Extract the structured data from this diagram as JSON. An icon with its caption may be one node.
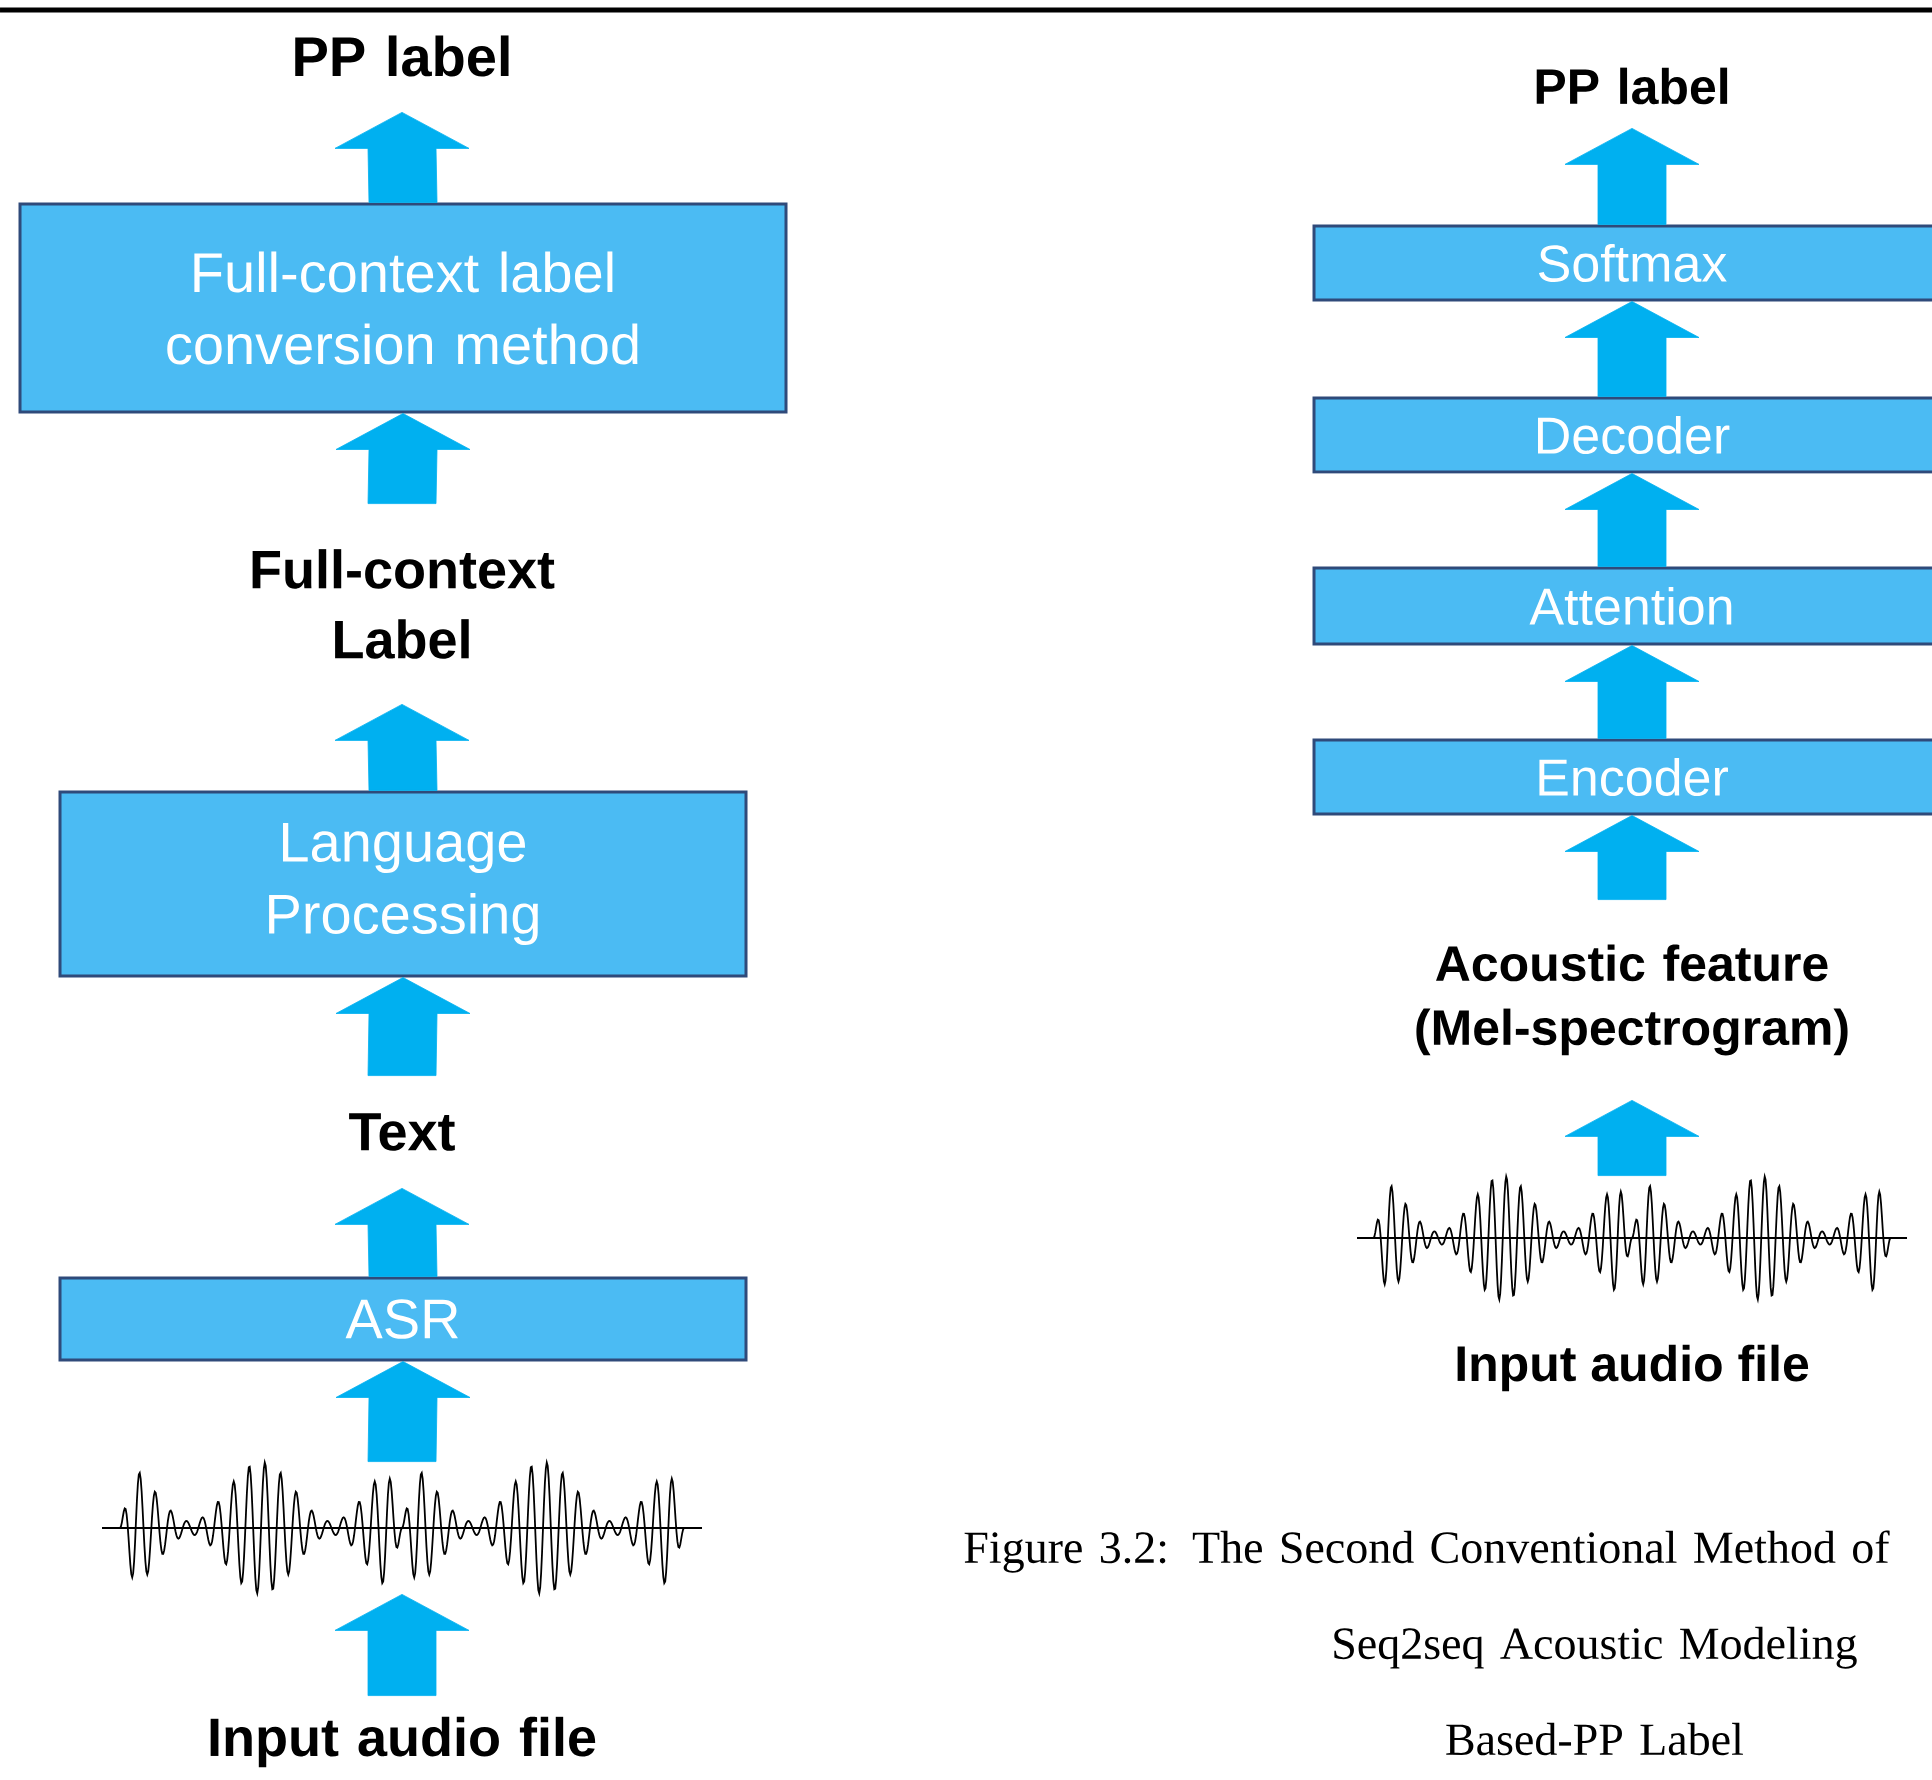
{
  "diagram": {
    "caption": "Figure 3.2: The Second Conventional Method of Seq2seq Acoustic Modeling Based-PP Label",
    "nodes": [
      {
        "text": [
          "PP label"
        ]
      },
      {
        "text": [
          "Full-context label conversion method"
        ]
      },
      {
        "text": [
          "Full-context Label"
        ]
      },
      {
        "text": [
          "Language Processing"
        ]
      },
      {
        "text": [
          "Text"
        ]
      },
      {
        "text": [
          "ASR"
        ]
      },
      {
        "text": [],
        "shape": "picture"
      },
      {
        "text": [
          "Input audio file"
        ]
      },
      {
        "text": [
          "PP label"
        ]
      },
      {
        "text": [
          "Softmax"
        ]
      },
      {
        "text": [
          "Decoder"
        ]
      },
      {
        "text": [
          "Attention"
        ]
      },
      {
        "text": [
          "Encoder"
        ]
      },
      {
        "text": [
          "Acoustic feature (Mel-spectrogram)"
        ]
      },
      {
        "text": [],
        "shape": "picture",
        "beside": [
          "Input audio file"
        ]
      }
    ],
    "edges": [
      {
        "from": 7,
        "to": 6,
        "arrow": "to"
      },
      {
        "from": 6,
        "to": 5,
        "arrow": "to"
      },
      {
        "from": 5,
        "to": 4,
        "arrow": "to"
      },
      {
        "from": 4,
        "to": 3,
        "arrow": "to"
      },
      {
        "from": 3,
        "to": 2,
        "arrow": "to"
      },
      {
        "from": 2,
        "to": 1,
        "arrow": "to"
      },
      {
        "from": 1,
        "to": 0,
        "arrow": "to"
      },
      {
        "from": 14,
        "to": 13,
        "arrow": "to"
      },
      {
        "from": 13,
        "to": 12,
        "arrow": "to"
      },
      {
        "from": 12,
        "to": 11,
        "arrow": "to"
      },
      {
        "from": 11,
        "to": 10,
        "arrow": "to"
      },
      {
        "from": 10,
        "to": 9,
        "arrow": "to"
      },
      {
        "from": 9,
        "to": 8,
        "arrow": "to"
      }
    ]
  }
}
